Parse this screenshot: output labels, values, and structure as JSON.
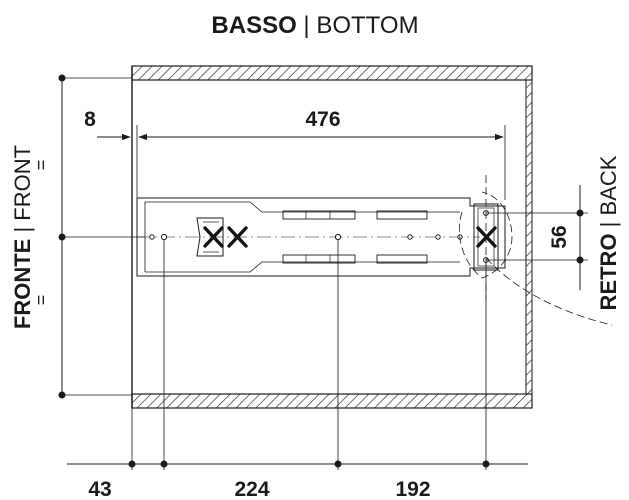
{
  "title": {
    "bold": "BASSO",
    "sep": " | ",
    "light": "BOTTOM"
  },
  "side_front": {
    "bold": "FRONTE",
    "sep": " | ",
    "light": "FRONT"
  },
  "side_back": {
    "bold": "RETRO",
    "sep": " | ",
    "light": "BACK"
  },
  "equal_mark": "=",
  "dimensions": {
    "left_gap": "8",
    "slide_length": "476",
    "back_height": "56",
    "bottom_1": "43",
    "bottom_2": "224",
    "bottom_3": "192"
  },
  "colors": {
    "line": "#1a1a1a",
    "hatch": "#333333",
    "background": "#ffffff"
  }
}
